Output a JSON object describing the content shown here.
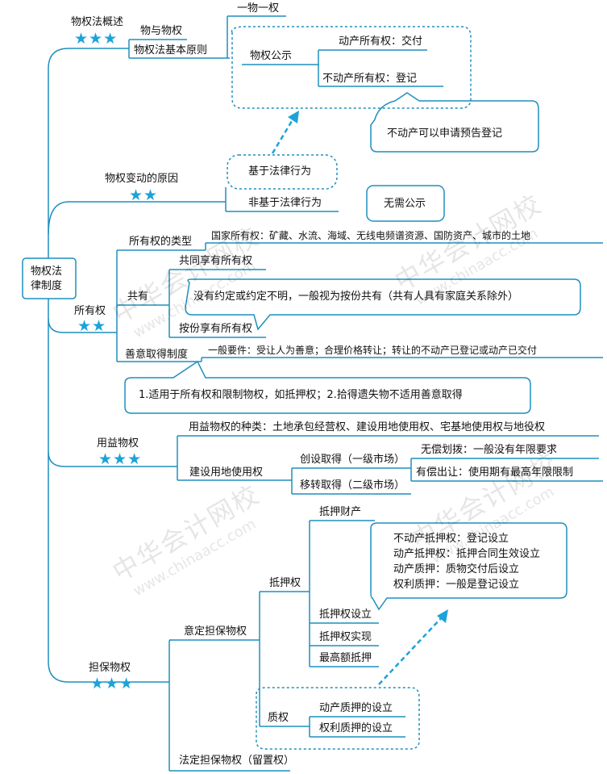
{
  "colors": {
    "line": "#1f8fbd",
    "star": "#1ba3da",
    "text": "#111111",
    "watermark": "#cccccc"
  },
  "root": "物权法\n律制度",
  "branches": {
    "gaishu": {
      "title": "物权法概述",
      "stars": "★★★",
      "items": [
        "物与物权",
        "物权法基本原则"
      ],
      "principles": {
        "one_thing": "一物一权",
        "publicity": "物权公示",
        "movable": "动产所有权：交付",
        "immovable": "不动产所有权：登记",
        "note": "不动产可以申请预告登记"
      }
    },
    "biandong": {
      "title": "物权变动的原因",
      "stars": "★★",
      "legal_act": "基于法律行为",
      "non_legal_act": "非基于法律行为",
      "no_publicity": "无需公示"
    },
    "suoyouquan": {
      "title": "所有权",
      "stars": "★★",
      "types_label": "所有权的类型",
      "state_ownership": "国家所有权：矿藏、水流、海域、无线电频谱资源、国防资产、城市的土地",
      "co_own_label": "共有",
      "joint": "共同享有所有权",
      "share": "按份享有所有权",
      "co_own_note": "没有约定或约定不明，一般视为按份共有（共有人具有家庭关系除外）",
      "good_faith_label": "善意取得制度",
      "good_faith_req": "一般要件：受让人为善意；合理价格转让；转让的不动产已登记或动产已交付",
      "good_faith_note": "1.适用于所有权和限制物权，如抵押权；2.拾得遗失物不适用善意取得"
    },
    "yongyi": {
      "title": "用益物权",
      "stars": "★★★",
      "kinds": "用益物权的种类：土地承包经营权、建设用地使用权、宅基地使用权与地役权",
      "construction_land": "建设用地使用权",
      "original": "创设取得（一级市场）",
      "transfer": "移转取得（二级市场）",
      "free": "无偿划拨：一般没有年限要求",
      "paid": "有偿出让：使用期有最高年限限制"
    },
    "danbao": {
      "title": "担保物权",
      "stars": "★★★",
      "agreed": "意定担保物权",
      "mortgage": "抵押权",
      "mortgage_property": "抵押财产",
      "mortgage_creation": "抵押权设立",
      "mortgage_realization": "抵押权实现",
      "max_mortgage": "最高额抵押",
      "mortgage_notes": [
        "不动产抵押权：登记设立",
        "动产抵押权：抵押合同生效设立",
        "动产质押：质物交付后设立",
        "权利质押：一般是登记设立"
      ],
      "pledge": "质权",
      "movable_pledge": "动产质押的设立",
      "right_pledge": "权利质押的设立",
      "statutory": "法定担保物权（留置权）"
    }
  },
  "watermarks": {
    "cn": "中华会计网校",
    "url": "www.chinaacc.com"
  }
}
